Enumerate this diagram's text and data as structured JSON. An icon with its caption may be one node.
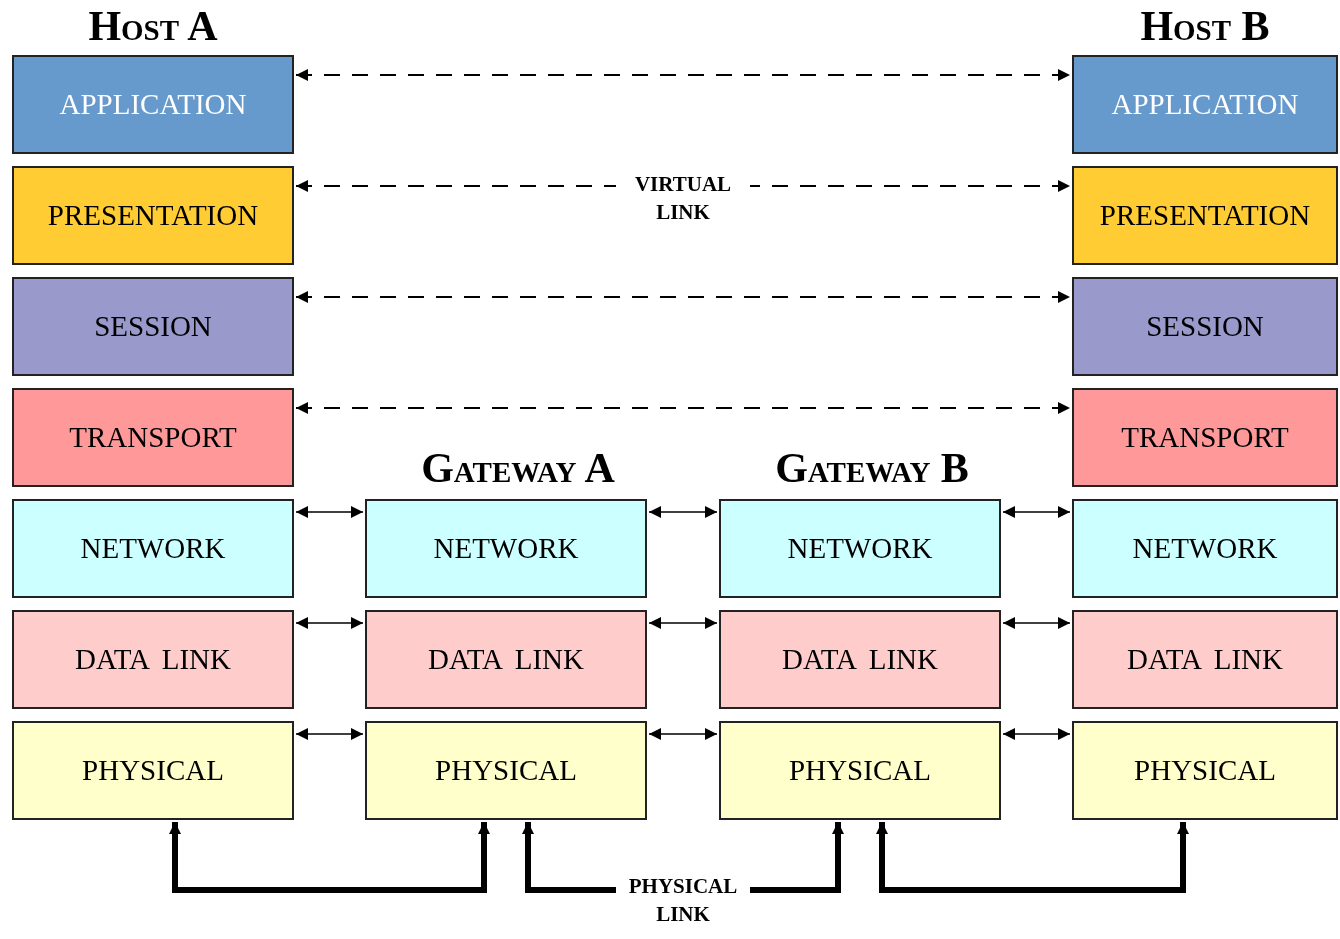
{
  "diagram": {
    "nodes": [
      {
        "text": [
          "APPLICATION"
        ]
      },
      {
        "text": [
          "PRESENTATION"
        ]
      },
      {
        "text": [
          "SESSION"
        ]
      },
      {
        "text": [
          "TRANSPORT"
        ]
      },
      {
        "text": [
          "NETWORK"
        ]
      },
      {
        "text": [
          "DATA LINK"
        ]
      },
      {
        "text": [
          "PHYSICAL"
        ]
      },
      {
        "text": [
          "NETWORK"
        ]
      },
      {
        "text": [
          "DATA LINK"
        ]
      },
      {
        "text": [
          "PHYSICAL"
        ]
      },
      {
        "text": [
          "NETWORK"
        ]
      },
      {
        "text": [
          "DATA LINK"
        ]
      },
      {
        "text": [
          "PHYSICAL"
        ]
      },
      {
        "text": [
          "APPLICATION"
        ]
      },
      {
        "text": [
          "PRESENTATION"
        ]
      },
      {
        "text": [
          "SESSION"
        ]
      },
      {
        "text": [
          "TRANSPORT"
        ]
      },
      {
        "text": [
          "NETWORK"
        ]
      },
      {
        "text": [
          "DATA LINK"
        ]
      },
      {
        "text": [
          "PHYSICAL"
        ]
      }
    ],
    "edges": [
      {
        "from": 0,
        "to": 13,
        "arrow": "both",
        "style": "dashed"
      },
      {
        "from": 1,
        "to": 14,
        "arrow": "both",
        "style": "dashed",
        "label": "VIRTUAL LINK"
      },
      {
        "from": 2,
        "to": 15,
        "arrow": "both",
        "style": "dashed"
      },
      {
        "from": 3,
        "to": 16,
        "arrow": "both",
        "style": "dashed"
      },
      {
        "from": 4,
        "to": 7,
        "arrow": "both"
      },
      {
        "from": 7,
        "to": 10,
        "arrow": "both"
      },
      {
        "from": 10,
        "to": 17,
        "arrow": "both"
      },
      {
        "from": 5,
        "to": 8,
        "arrow": "both"
      },
      {
        "from": 8,
        "to": 11,
        "arrow": "both"
      },
      {
        "from": 11,
        "to": 18,
        "arrow": "both"
      },
      {
        "from": 6,
        "to": 9,
        "arrow": "both"
      },
      {
        "from": 9,
        "to": 12,
        "arrow": "both"
      },
      {
        "from": 12,
        "to": 19,
        "arrow": "both"
      },
      {
        "from": 6,
        "to": 9,
        "arrow": "both",
        "style": "thick"
      },
      {
        "from": 9,
        "to": 12,
        "arrow": "both",
        "style": "thick",
        "label": "PHYSICAL LINK"
      },
      {
        "from": 12,
        "to": 19,
        "arrow": "both",
        "style": "thick"
      }
    ],
    "labels": [
      "Host A",
      "Host B",
      "Gateway A",
      "Gateway B"
    ]
  }
}
